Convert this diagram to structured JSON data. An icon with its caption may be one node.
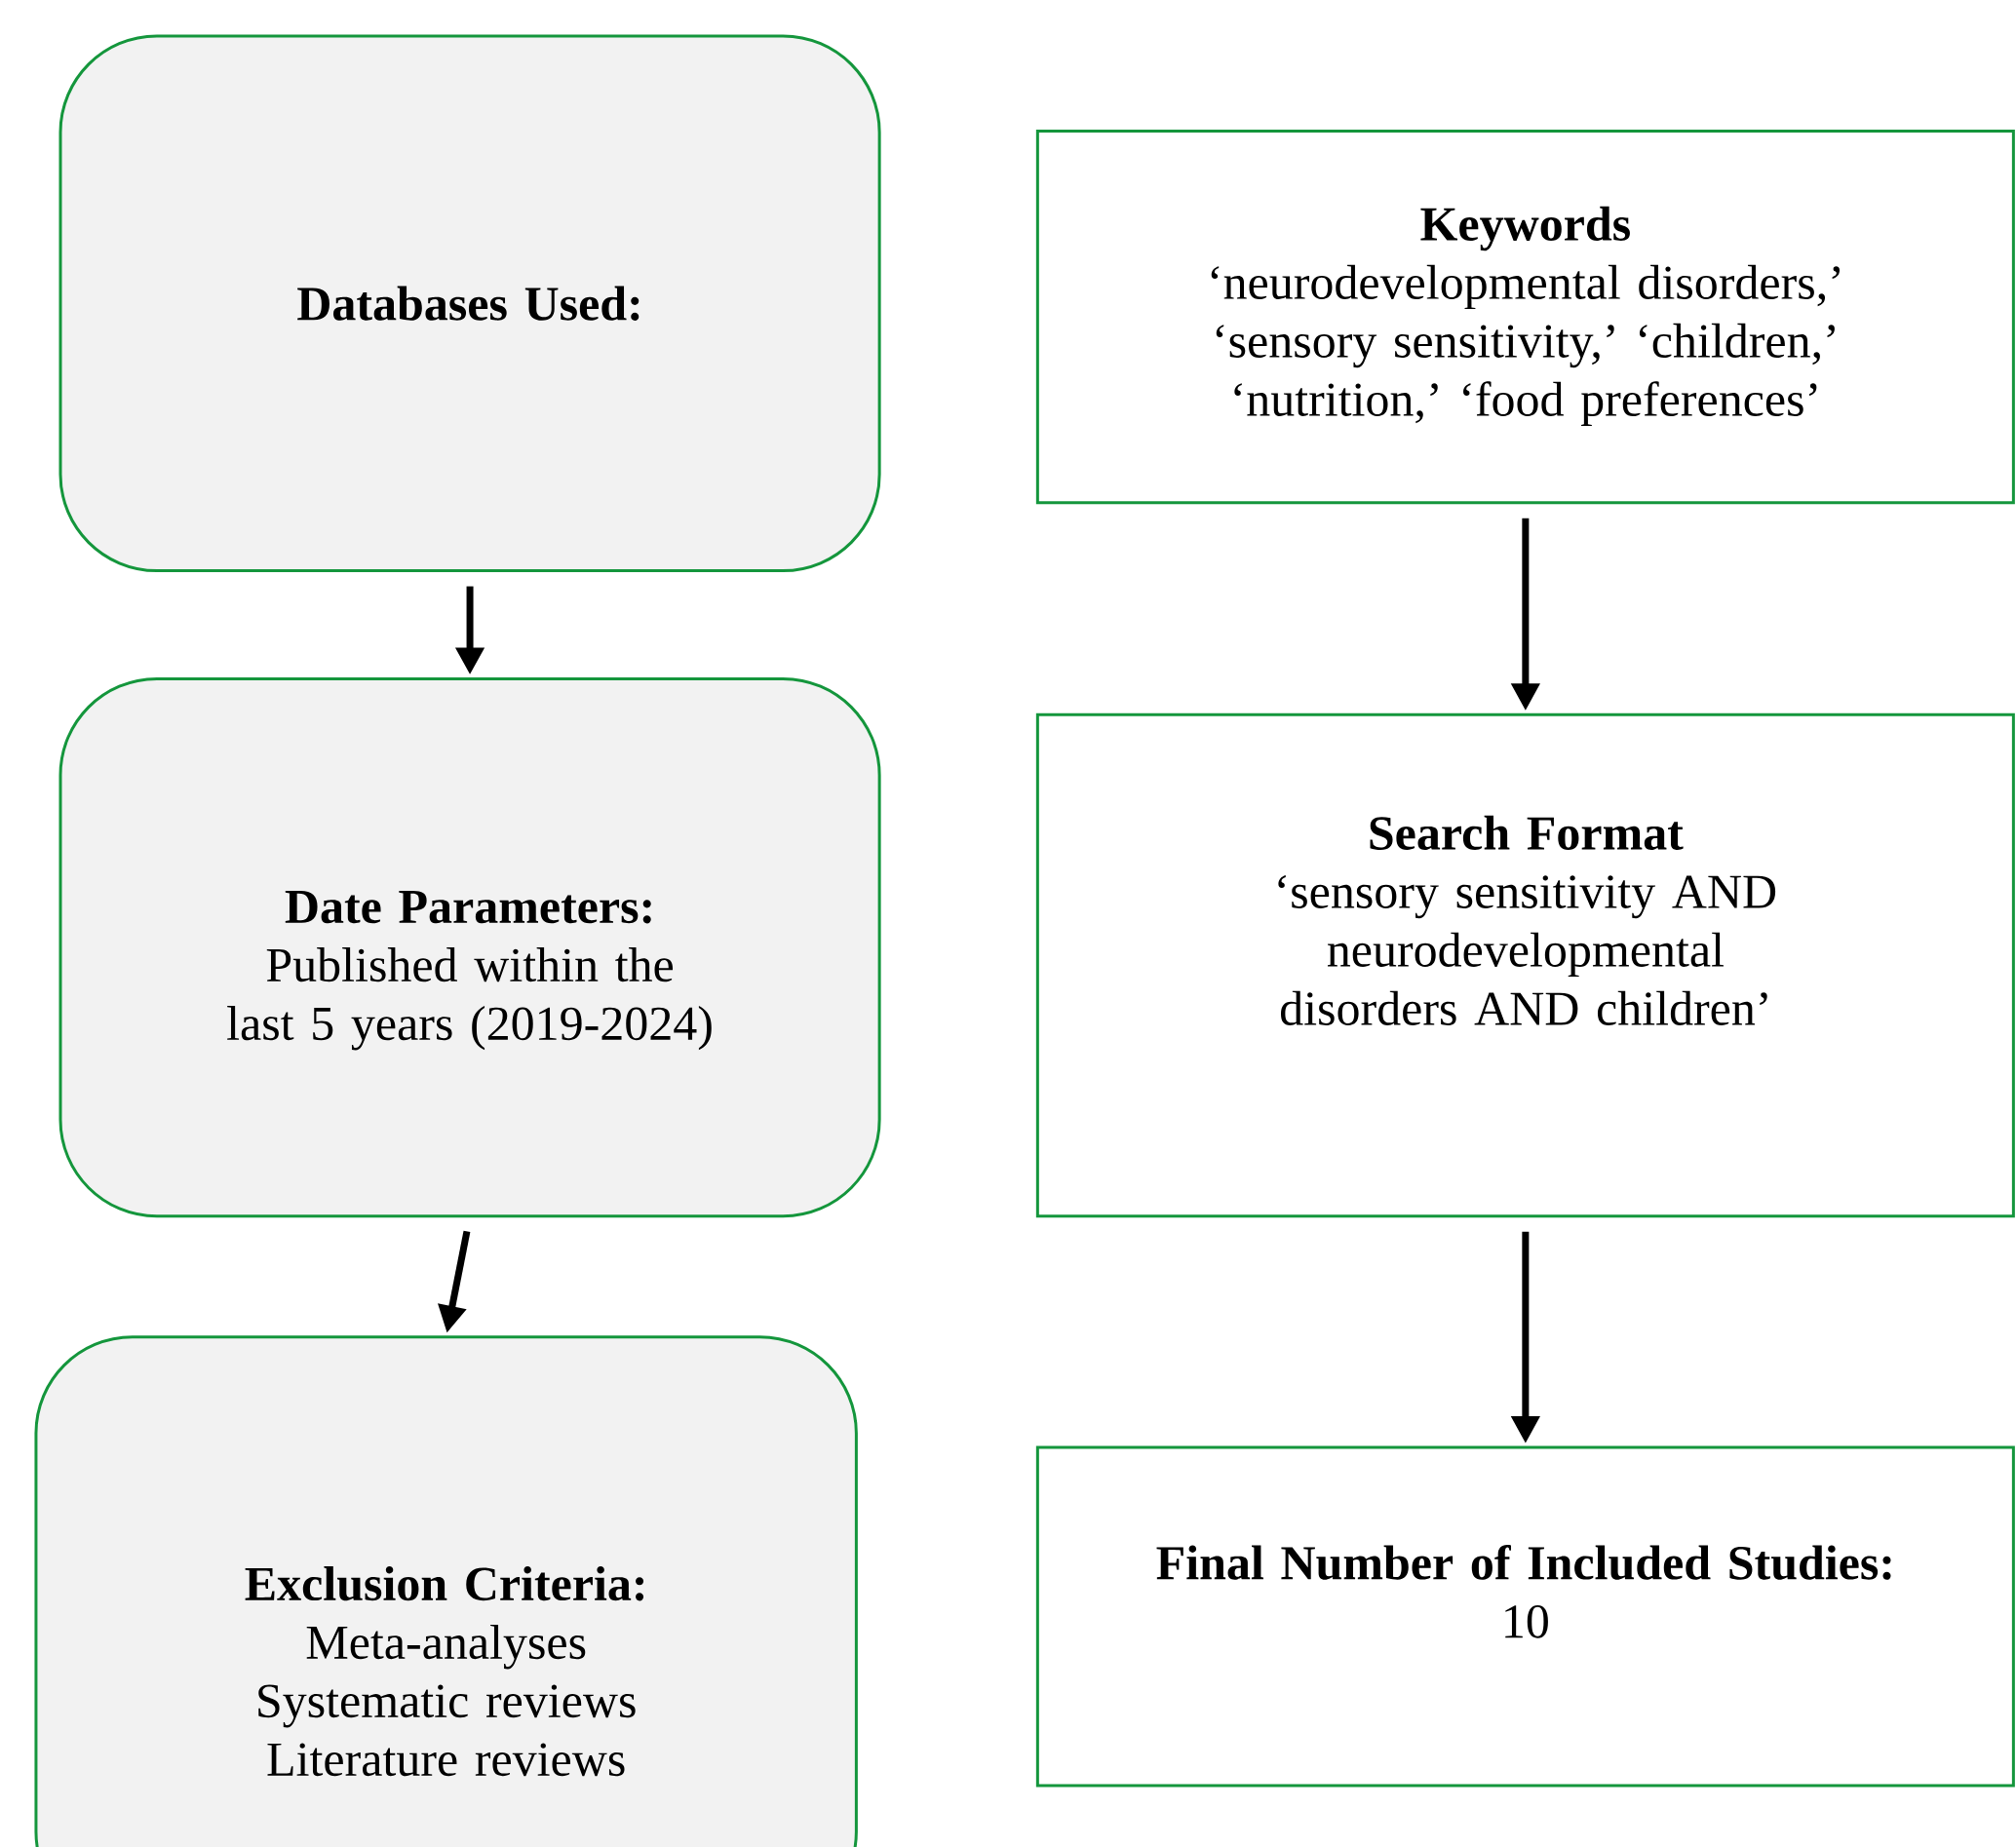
{
  "diagram": {
    "nodes": [
      {
        "text": [
          "Databases Used:"
        ]
      },
      {
        "text": [
          "Date Parameters:",
          "Published within the last 5 years (2019-2024)"
        ]
      },
      {
        "text": [
          "Exclusion Criteria:",
          "Meta-analyses",
          "Systematic reviews",
          "Literature reviews"
        ]
      },
      {
        "text": [
          "Keywords",
          "‘neurodevelopmental disorders,’ ‘sensory sensitivity,’ ‘children,’ ‘nutrition,’ ‘food preferences’"
        ]
      },
      {
        "text": [
          "Search Format",
          "‘sensory sensitivity AND neurodevelopmental disorders AND children’"
        ]
      },
      {
        "text": [
          "Final Number of Included Studies:",
          "10"
        ]
      }
    ],
    "edges": [
      {
        "from": 0,
        "to": 1,
        "arrow": "to"
      },
      {
        "from": 1,
        "to": 2,
        "arrow": "to"
      },
      {
        "from": 3,
        "to": 4,
        "arrow": "to"
      },
      {
        "from": 4,
        "to": 5,
        "arrow": "to"
      }
    ]
  }
}
